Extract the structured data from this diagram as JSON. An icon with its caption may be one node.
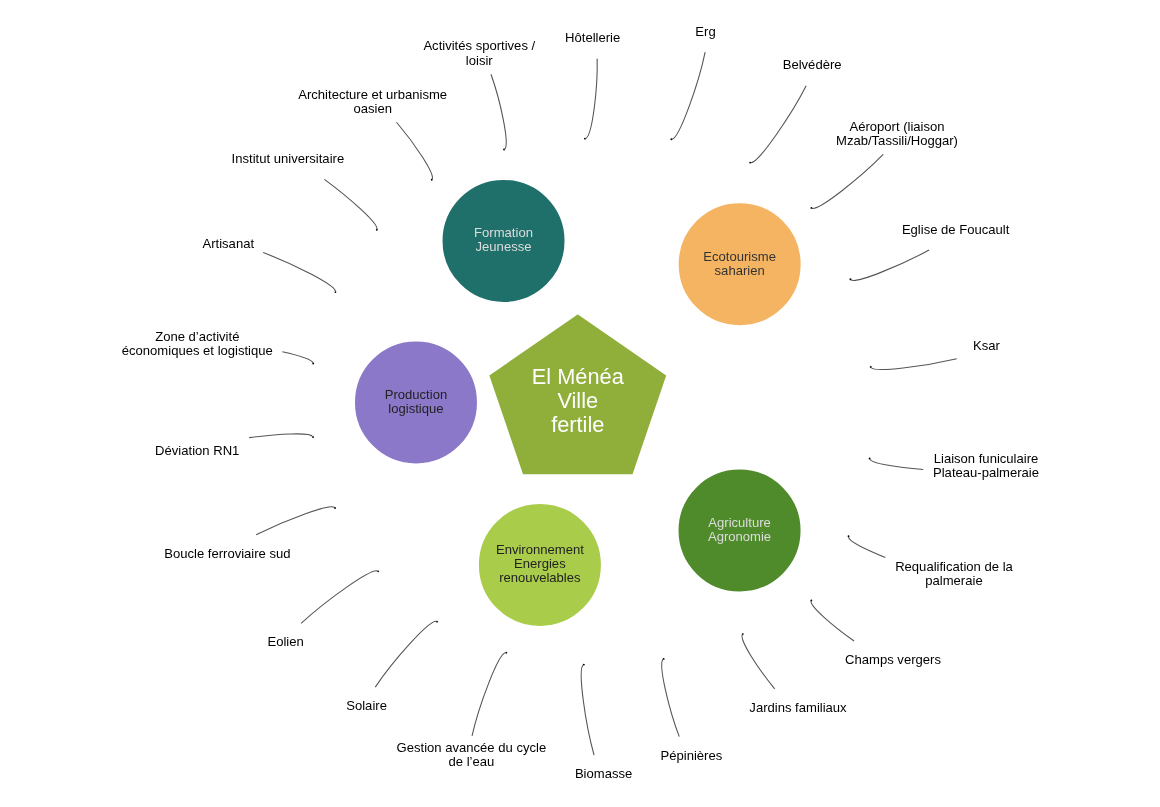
{
  "diagram": {
    "nodes": [
      {
        "text": [
          "El Ménéa Ville fertile"
        ]
      },
      {
        "text": [
          "Ecotourisme saharien"
        ]
      },
      {
        "text": [
          "Formation Jeunesse"
        ]
      },
      {
        "text": [
          "Production logistique"
        ]
      },
      {
        "text": [
          "Environnement Energies renouvelables"
        ]
      },
      {
        "text": [
          "Agriculture Agronomie"
        ]
      },
      {
        "text": [
          "Ksar"
        ]
      },
      {
        "text": [
          "Eglise de Foucault"
        ]
      },
      {
        "text": [
          "Aéroport (liaison Mzab/Tassili/Hoggar)"
        ]
      },
      {
        "text": [
          "Hôtellerie"
        ]
      },
      {
        "text": [
          "Activités sportives / loisir"
        ]
      },
      {
        "text": [
          "Architecture et urbanisme oasien"
        ]
      },
      {
        "text": [
          "Institut universitaire"
        ]
      },
      {
        "text": [
          "Artisanat"
        ]
      },
      {
        "text": [
          "Zone d’activité économiques et logistique"
        ]
      },
      {
        "text": [
          "Déviation RN1"
        ]
      },
      {
        "text": [
          "Boucle ferroviaire sud"
        ]
      },
      {
        "text": [
          "Eolien"
        ]
      },
      {
        "text": [
          "Solaire"
        ]
      },
      {
        "text": [
          "Gestion avancée du cycle de l’eau"
        ]
      },
      {
        "text": [
          "Biomasse"
        ]
      },
      {
        "text": [
          "Pépinières"
        ]
      },
      {
        "text": [
          "Jardins familiaux"
        ]
      },
      {
        "text": [
          "Champs vergers"
        ]
      },
      {
        "text": [
          "Requalification de la palmeraie"
        ]
      },
      {
        "text": [
          "Liaison funiculaire Plateau-palmeraie"
        ]
      },
      {
        "text": [
          "Belvédère"
        ]
      },
      {
        "text": [
          "Erg"
        ]
      }
    ],
    "edges": [
      {
        "from": 6,
        "to": null,
        "arrow": "none"
      },
      {
        "from": 7,
        "to": null,
        "arrow": "none"
      },
      {
        "from": 8,
        "to": null,
        "arrow": "none"
      },
      {
        "from": 9,
        "to": null,
        "arrow": "none"
      },
      {
        "from": 10,
        "to": null,
        "arrow": "none"
      },
      {
        "from": 11,
        "to": null,
        "arrow": "none"
      },
      {
        "from": 12,
        "to": null,
        "arrow": "none"
      },
      {
        "from": 13,
        "to": null,
        "arrow": "none"
      },
      {
        "from": 14,
        "to": null,
        "arrow": "none"
      },
      {
        "from": 15,
        "to": null,
        "arrow": "none"
      },
      {
        "from": 16,
        "to": null,
        "arrow": "none"
      },
      {
        "from": 17,
        "to": null,
        "arrow": "none"
      },
      {
        "from": 18,
        "to": null,
        "arrow": "none"
      },
      {
        "from": 19,
        "to": null,
        "arrow": "none"
      },
      {
        "from": 20,
        "to": null,
        "arrow": "none"
      },
      {
        "from": 21,
        "to": null,
        "arrow": "none"
      },
      {
        "from": 22,
        "to": null,
        "arrow": "none"
      },
      {
        "from": 23,
        "to": null,
        "arrow": "none"
      },
      {
        "from": 24,
        "to": null,
        "arrow": "none"
      },
      {
        "from": 25,
        "to": null,
        "arrow": "none"
      },
      {
        "from": 26,
        "to": null,
        "arrow": "none"
      },
      {
        "from": 27,
        "to": null,
        "arrow": "none"
      }
    ]
  }
}
